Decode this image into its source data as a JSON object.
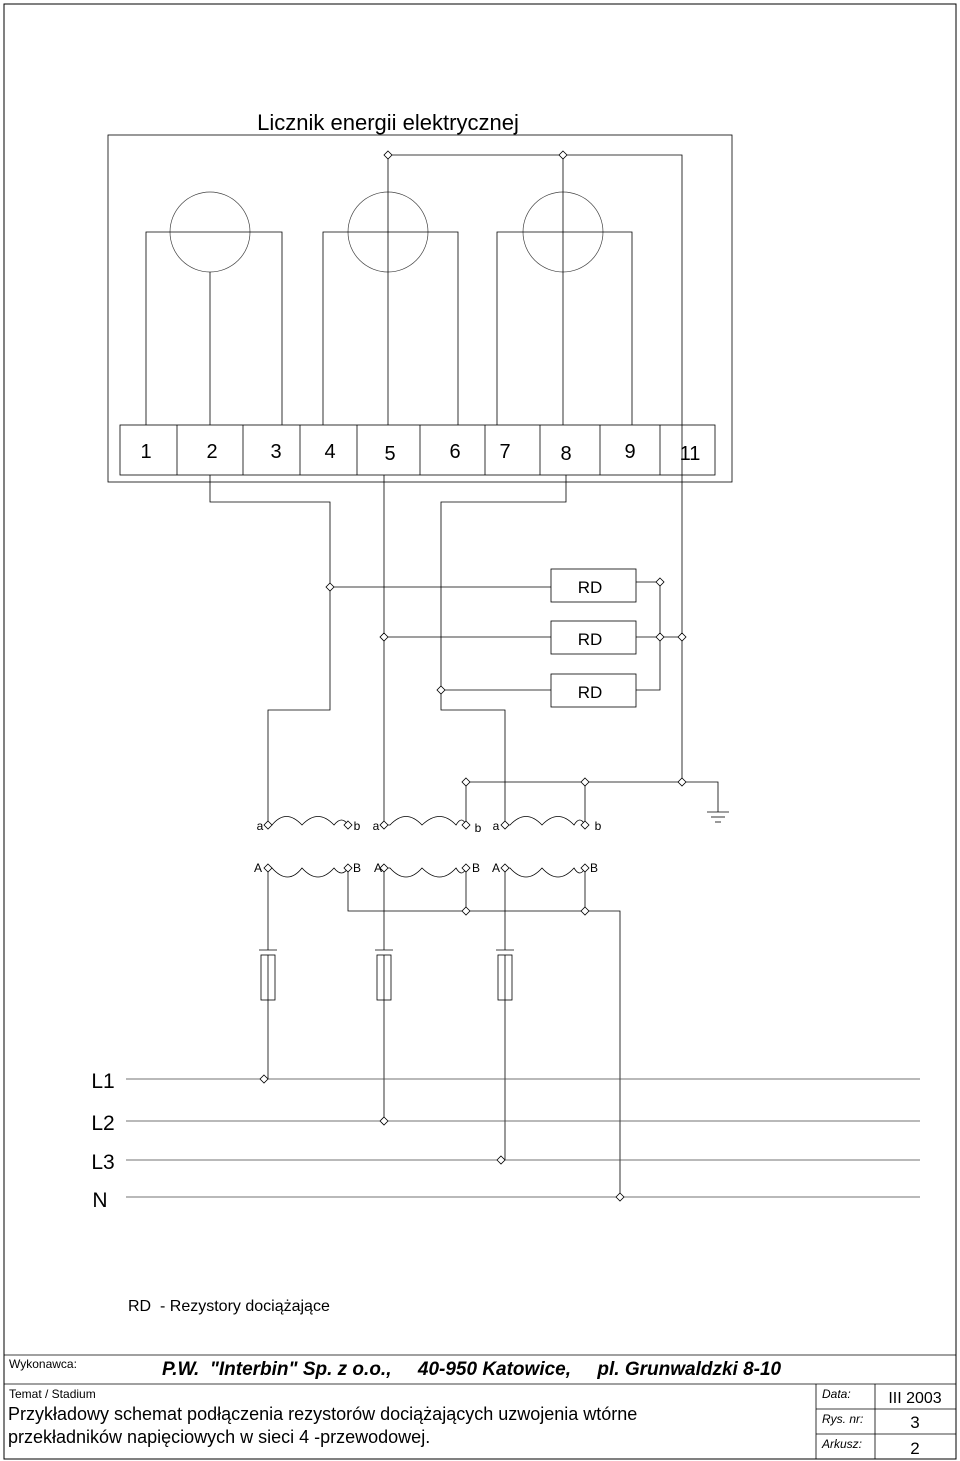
{
  "diagram": {
    "meter_title": "Licznik energii elektrycznej",
    "terminals": [
      "1",
      "2",
      "3",
      "4",
      "5",
      "6",
      "7",
      "8",
      "9",
      "11"
    ],
    "resistors": [
      "RD",
      "RD",
      "RD"
    ],
    "vt_secondary_labels": [
      "a",
      "b",
      "a",
      "b",
      "a",
      "b"
    ],
    "vt_primary_labels": [
      "A",
      "B",
      "A",
      "B",
      "A",
      "B"
    ],
    "lines": [
      "L1",
      "L2",
      "L3",
      "N"
    ],
    "legend": "RD  - Rezystory dociążające"
  },
  "title_block": {
    "contractor_label": "Wykonawca:",
    "contractor": "P.W.  \"Interbin\" Sp. z o.o.,     40-950 Katowice,     pl. Grunwaldzki 8-10",
    "topic_label": "Temat / Stadium",
    "topic_line1": "Przykładowy schemat podłączenia rezystorów dociążających uzwojenia wtórne",
    "topic_line2": "przekładników napięciowych w sieci 4 -przewodowej.",
    "date_label": "Data:",
    "date": "III 2003",
    "drawing_no_label": "Rys. nr:",
    "drawing_no": "3",
    "sheet_label": "Arkusz:",
    "sheet": "2"
  }
}
